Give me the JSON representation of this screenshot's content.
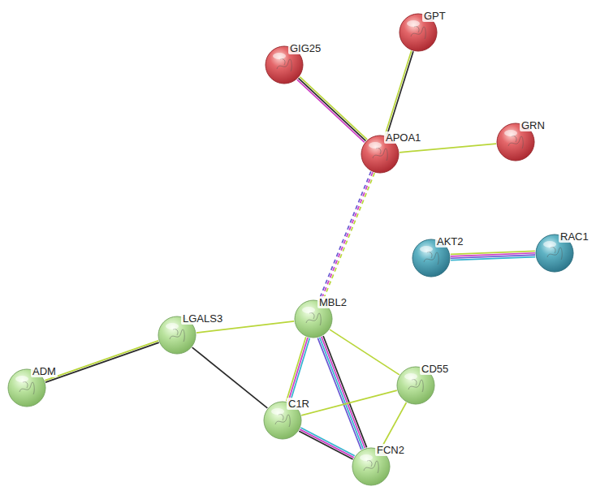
{
  "diagram": {
    "nodes": [
      {
        "text": [
          "GPT"
        ]
      },
      {
        "text": [
          "GIG25"
        ]
      },
      {
        "text": [
          "GRN"
        ]
      },
      {
        "text": [
          "APOA1"
        ]
      },
      {
        "text": [
          "RAC1"
        ]
      },
      {
        "text": [
          "AKT2"
        ]
      },
      {
        "text": [
          "MBL2"
        ]
      },
      {
        "text": [
          "LGALS3"
        ]
      },
      {
        "text": [
          "CD55"
        ]
      },
      {
        "text": [
          "ADM"
        ]
      },
      {
        "text": [
          "C1R"
        ]
      },
      {
        "text": [
          "FCN2"
        ]
      }
    ],
    "edges": [
      {
        "from": 1,
        "to": 3,
        "arrow": "none"
      },
      {
        "from": 0,
        "to": 3,
        "arrow": "none"
      },
      {
        "from": 3,
        "to": 2,
        "arrow": "none"
      },
      {
        "from": 3,
        "to": 6,
        "arrow": "none"
      },
      {
        "from": 5,
        "to": 4,
        "arrow": "none"
      },
      {
        "from": 6,
        "to": 7,
        "arrow": "none"
      },
      {
        "from": 7,
        "to": 9,
        "arrow": "none"
      },
      {
        "from": 7,
        "to": 10,
        "arrow": "none"
      },
      {
        "from": 6,
        "to": 10,
        "arrow": "none"
      },
      {
        "from": 6,
        "to": 11,
        "arrow": "none"
      },
      {
        "from": 6,
        "to": 8,
        "arrow": "none"
      },
      {
        "from": 8,
        "to": 10,
        "arrow": "none"
      },
      {
        "from": 8,
        "to": 11,
        "arrow": "none"
      },
      {
        "from": 10,
        "to": 11,
        "arrow": "none"
      }
    ]
  }
}
